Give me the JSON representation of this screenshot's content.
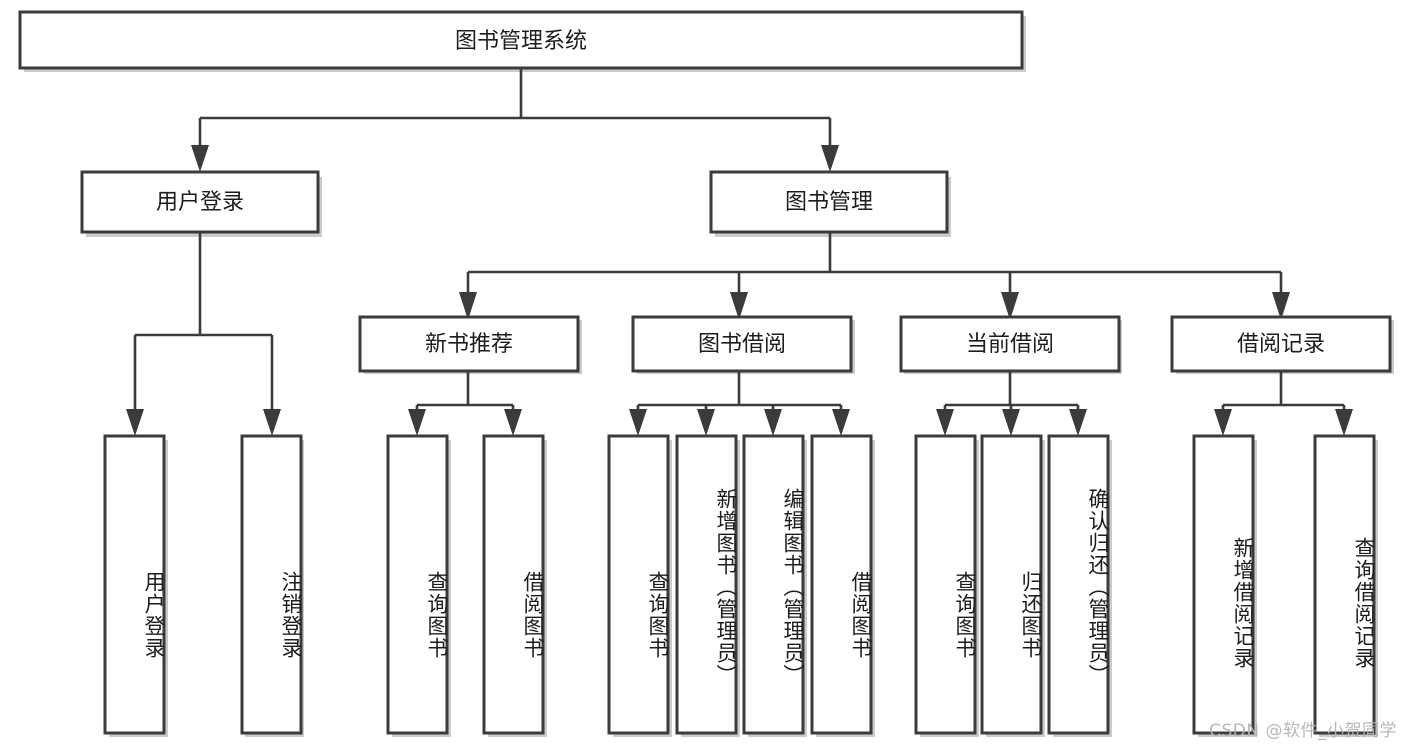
{
  "diagram": {
    "type": "tree-hierarchy",
    "orientation": "top-down",
    "root": {
      "label": "图书管理系统"
    },
    "level2": [
      {
        "label": "用户登录"
      },
      {
        "label": "图书管理"
      }
    ],
    "level3": [
      {
        "label": "新书推荐",
        "parent": "图书管理"
      },
      {
        "label": "图书借阅",
        "parent": "图书管理"
      },
      {
        "label": "当前借阅",
        "parent": "图书管理"
      },
      {
        "label": "借阅记录",
        "parent": "图书管理"
      }
    ],
    "leaves": {
      "user_login": [
        {
          "label": "用户登录"
        },
        {
          "label": "注销登录"
        }
      ],
      "new_book_recommend": [
        {
          "label": "查询图书"
        },
        {
          "label": "借阅图书"
        }
      ],
      "book_borrow": [
        {
          "label": "查询图书"
        },
        {
          "label": "新增图书（管理员）"
        },
        {
          "label": "编辑图书（管理员）"
        },
        {
          "label": "借阅图书"
        }
      ],
      "current_borrow": [
        {
          "label": "查询图书"
        },
        {
          "label": "归还图书"
        },
        {
          "label": "确认归还（管理员）"
        }
      ],
      "borrow_record": [
        {
          "label": "新增借阅记录"
        },
        {
          "label": "查询借阅记录"
        }
      ]
    }
  },
  "watermark": {
    "text": "CSDN @软件_小贺同学"
  },
  "colors": {
    "border": "#3b3b3b",
    "background": "#ffffff",
    "text": "#1d1d1d",
    "shadow": "#b9b9b9",
    "watermark": "#b4b4b4"
  }
}
